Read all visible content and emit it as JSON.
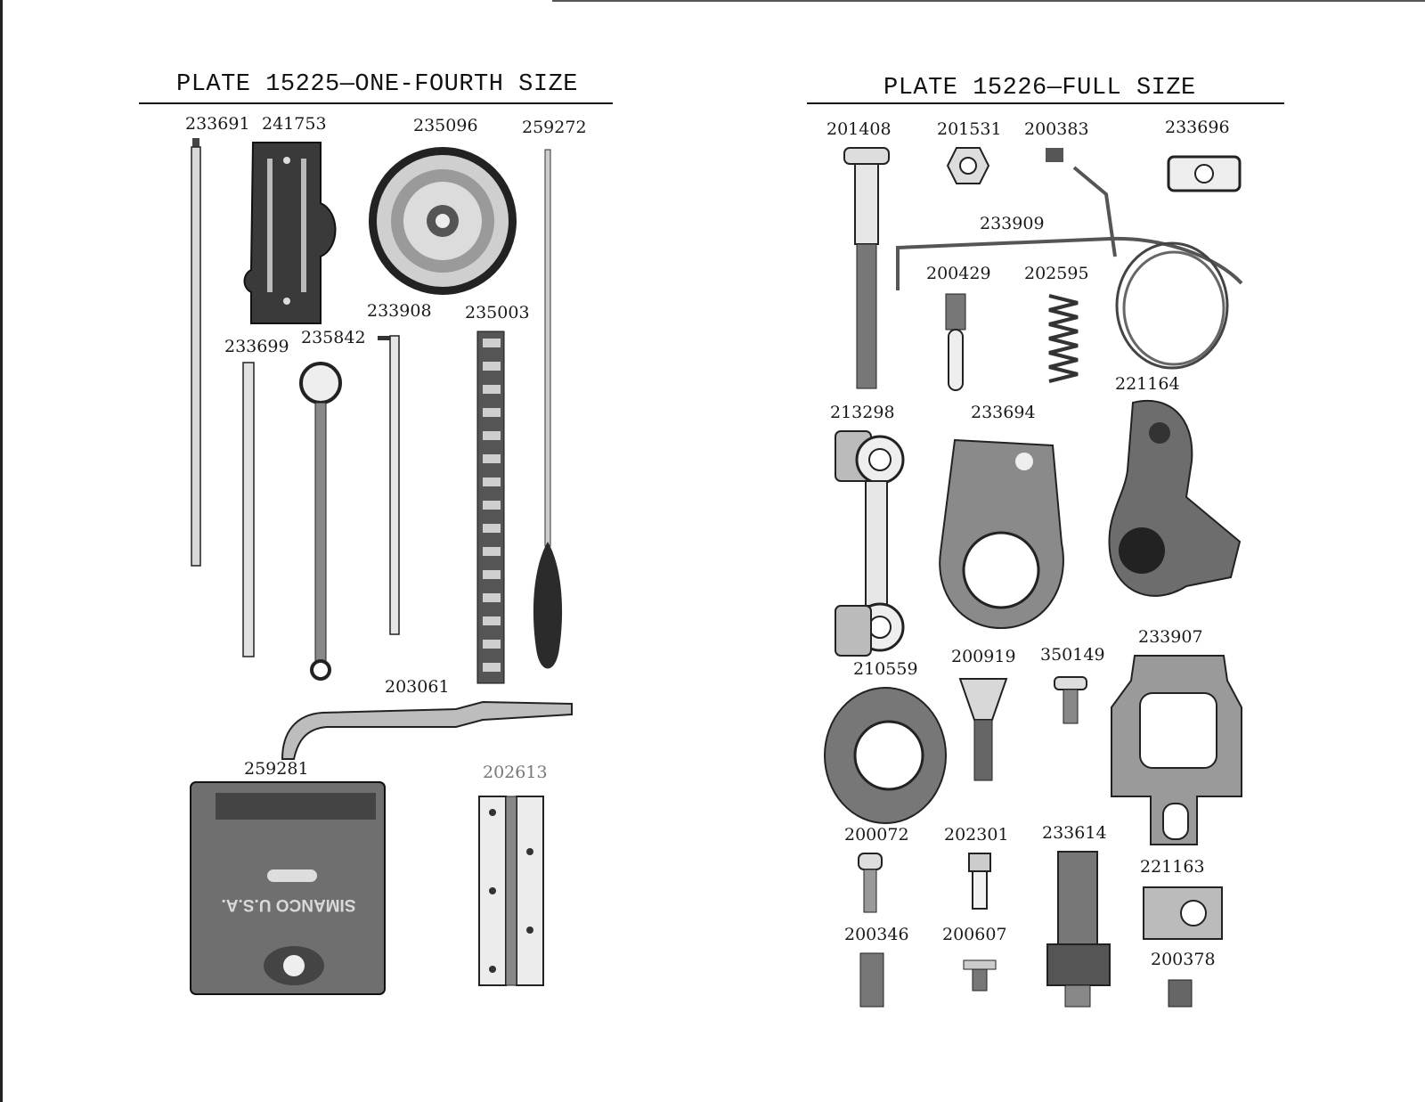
{
  "left_plate": {
    "title": "PLATE 15225—ONE-FOURTH SIZE",
    "parts": {
      "p233691": "233691",
      "p241753": "241753",
      "p235096": "235096",
      "p259272": "259272",
      "p233908": "233908",
      "p235003": "235003",
      "p233699": "233699",
      "p235842": "235842",
      "p203061": "203061",
      "p259281": "259281",
      "p202613": "202613"
    },
    "casting_text": "SIMANCO U.S.A."
  },
  "right_plate": {
    "title": "PLATE 15226—FULL SIZE",
    "parts": {
      "p201408": "201408",
      "p201531": "201531",
      "p200383": "200383",
      "p233696": "233696",
      "p233909": "233909",
      "p200429": "200429",
      "p202595": "202595",
      "p221164": "221164",
      "p213298": "213298",
      "p233694": "233694",
      "p210559": "210559",
      "p200919": "200919",
      "p350149": "350149",
      "p233907": "233907",
      "p200072": "200072",
      "p202301": "202301",
      "p233614": "233614",
      "p221163": "221163",
      "p200346": "200346",
      "p200607": "200607",
      "p200378": "200378"
    }
  }
}
